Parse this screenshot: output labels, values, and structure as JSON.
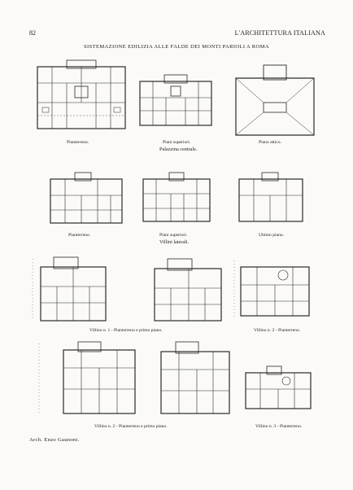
{
  "header": {
    "page_number": "82",
    "journal": "L'ARCHITETTURA ITALIANA"
  },
  "title": "SISTEMAZIONE EDILIZIA ALLE FALDE DEI MONTI PARIOLI A ROMA",
  "groups": {
    "palazzina": "Palazzina centrale.",
    "villini": "Villini laterali."
  },
  "captions": {
    "r1_left": "Pianterreno.",
    "r1_mid": "Piani superiori.",
    "r1_right": "Piano attico.",
    "r2_left": "Pianterreno.",
    "r2_mid": "Piani superiori.",
    "r2_right": "Ultimo piano.",
    "r3_left": "Villino n. 1 - Pianterreno e primo piano.",
    "r3_right": "Villino n. 2 - Pianterreno.",
    "r4_left": "Villino n. 2 - Pianterreno e primo piano.",
    "r4_right": "Villino n. 3 - Pianterreno."
  },
  "credit": "Arch. Enzo Gaunoni."
}
